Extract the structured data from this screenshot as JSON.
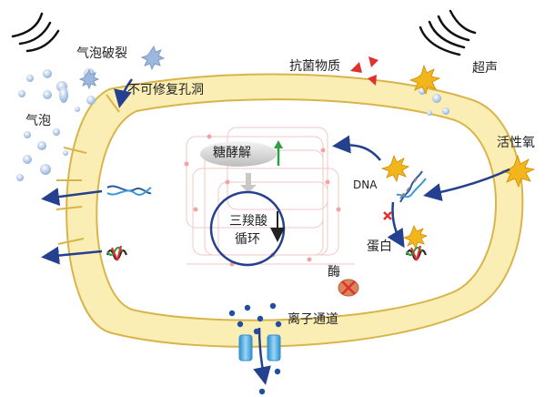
{
  "labels": {
    "bubble_burst": "气泡破裂",
    "bubbles": "气泡",
    "irreversible_pores": "不可修复孔洞",
    "antibacterial": "抗菌物质",
    "ultrasound": "超声",
    "ros": "活性氧",
    "glycolysis": "糖酵解",
    "tca_line1": "三羧酸",
    "tca_line2": "循环",
    "dna": "DNA",
    "protein": "蛋白",
    "enzyme": "酶",
    "ion_channel": "离子通道"
  },
  "colors": {
    "membrane_fill": "#fbeeb4",
    "membrane_stroke": "#d9b44a",
    "arrow": "#24408e",
    "bubble": "#a9c4e4",
    "ion": "#1f4fa0",
    "channel": "#4aa7dd",
    "star": "#f2b61c",
    "red": "#e03030",
    "green_arrow": "#2f9e44"
  },
  "icons": {
    "ultrasound_waves": "sound-wave-icon",
    "ros": "starburst-icon",
    "antibacterial": "red-triangle-icon",
    "enzyme": "enzyme-icon",
    "dna": "dna-helix-icon",
    "protein": "protein-icon",
    "ion_channel": "ion-channel-icon"
  }
}
